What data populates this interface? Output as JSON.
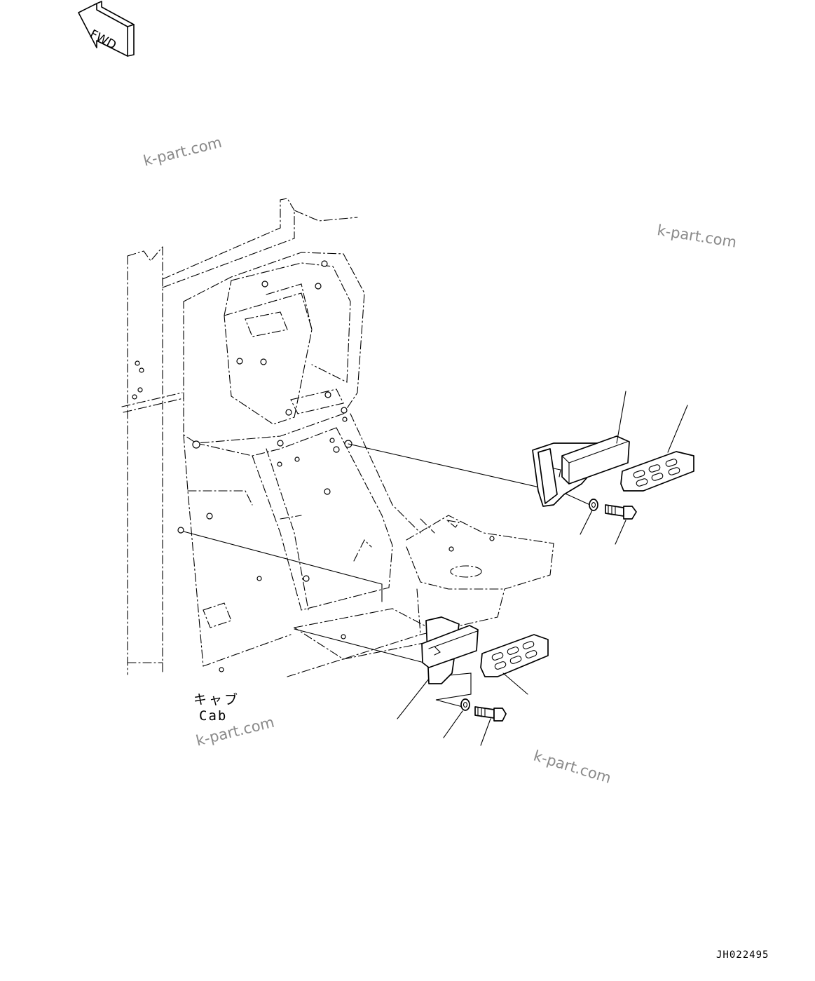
{
  "fwd_label": "FWD",
  "cab_label_jp": "キャブ",
  "cab_label_en": "Cab",
  "drawing_number": "JH022495",
  "watermarks": [
    "k-part.com",
    "k-part.com",
    "k-part.com",
    "k-part.com"
  ]
}
